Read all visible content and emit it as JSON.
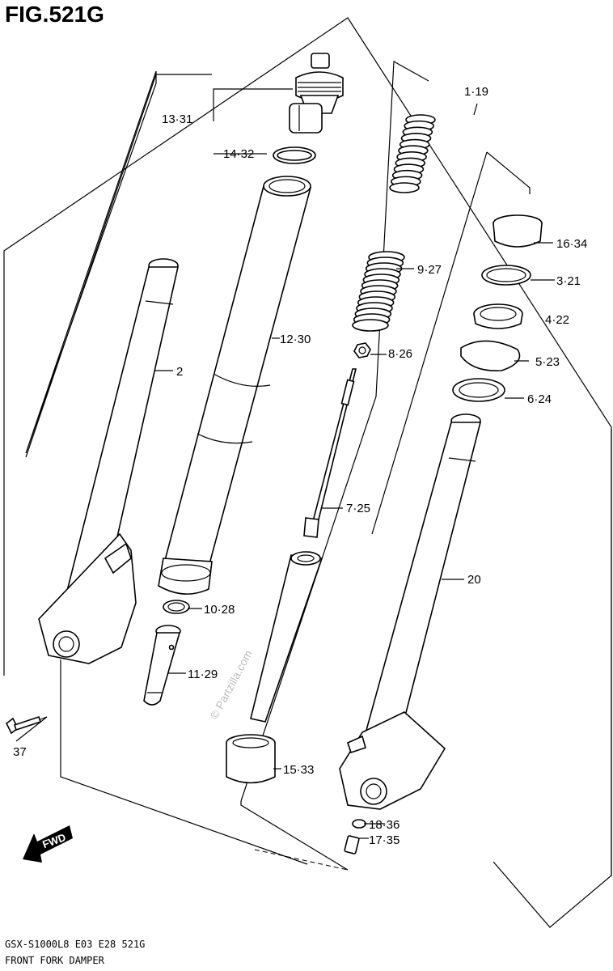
{
  "figure": {
    "title": "FIG.521G",
    "model_code": "GSX-S1000L8  E03  E28  521G",
    "section_name": "FRONT FORK DAMPER",
    "watermark": "© Partzilla.com",
    "fwd_label": "FWD"
  },
  "callouts": [
    {
      "id": "c-13-31",
      "text": "13·31"
    },
    {
      "id": "c-14-32",
      "text": "14·32"
    },
    {
      "id": "c-1-19",
      "text": "1·19"
    },
    {
      "id": "c-16-34",
      "text": "16·34"
    },
    {
      "id": "c-3-21",
      "text": "3·21"
    },
    {
      "id": "c-4-22",
      "text": "4·22"
    },
    {
      "id": "c-5-23",
      "text": "5·23"
    },
    {
      "id": "c-6-24",
      "text": "6·24"
    },
    {
      "id": "c-9-27",
      "text": "9·27"
    },
    {
      "id": "c-8-26",
      "text": "8·26"
    },
    {
      "id": "c-12-30",
      "text": "12·30"
    },
    {
      "id": "c-2",
      "text": "2"
    },
    {
      "id": "c-7-25",
      "text": "7·25"
    },
    {
      "id": "c-20",
      "text": "20"
    },
    {
      "id": "c-10-28",
      "text": "10·28"
    },
    {
      "id": "c-11-29",
      "text": "11·29"
    },
    {
      "id": "c-15-33",
      "text": "15·33"
    },
    {
      "id": "c-18-36",
      "text": "18·36"
    },
    {
      "id": "c-17-35",
      "text": "17·35"
    },
    {
      "id": "c-37",
      "text": "37"
    }
  ]
}
